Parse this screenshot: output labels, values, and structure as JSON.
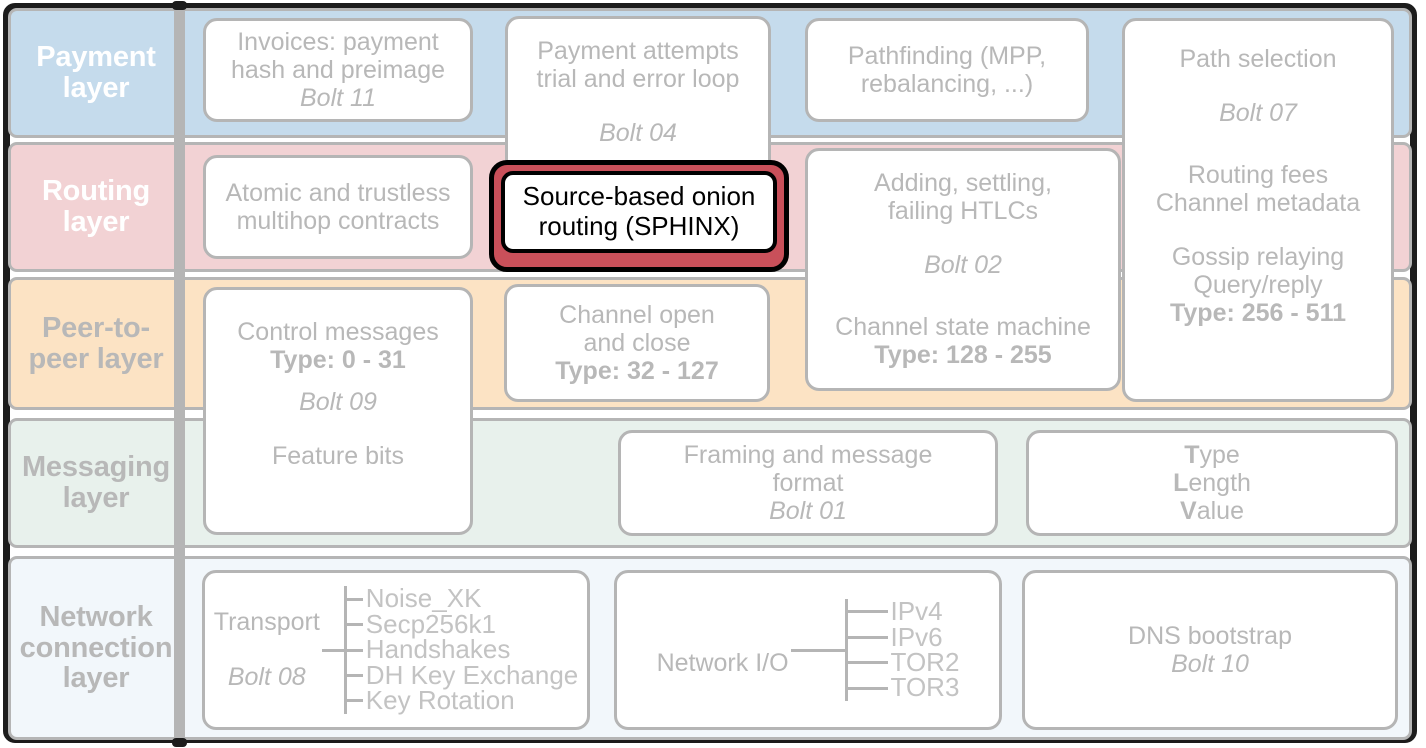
{
  "diagram": {
    "title": "Lightning Network protocol layer stack",
    "colors": {
      "payment_band": "#c5dbec",
      "routing_band": "#f2d2d4",
      "p2p_band": "#fce3c4",
      "messaging_band": "#e8f1ec",
      "network_band": "#f2f7fb",
      "card_border": "#b5b5b5",
      "card_text": "#b8b8b8",
      "highlight_red": "#c9505a",
      "highlight_text": "#000000",
      "frame": "#1c1c1c"
    }
  },
  "layers": [
    {
      "id": "payment",
      "label": "Payment\nlayer"
    },
    {
      "id": "routing",
      "label": "Routing\nlayer"
    },
    {
      "id": "p2p",
      "label": "Peer-to-\npeer layer"
    },
    {
      "id": "messaging",
      "label": "Messaging\nlayer"
    },
    {
      "id": "network",
      "label": "Network\nconnection\nlayer"
    }
  ],
  "cards": {
    "invoices": {
      "line1": "Invoices: payment\nhash and preimage",
      "bolt": "Bolt 11"
    },
    "payment_attempts": {
      "line1": "Payment attempts\ntrial and error loop",
      "bolt": "Bolt 04"
    },
    "pathfinding": {
      "line1": "Pathfinding (MPP,\nrebalancing, ...)"
    },
    "path_selection": {
      "line1": "Path selection",
      "bolt": "Bolt 07",
      "line2": "Routing fees\nChannel metadata",
      "line3": "Gossip relaying\nQuery/reply",
      "type": "Type: 256 - 511"
    },
    "atomic_multihop": {
      "line1": "Atomic and trustless\nmultihop contracts"
    },
    "sphinx_highlight": {
      "label": "Source-based onion\nrouting (SPHINX)"
    },
    "htlcs": {
      "line1": "Adding, settling,\nfailing HTLCs",
      "bolt": "Bolt 02",
      "line2": "Channel state machine",
      "type": "Type: 128 - 255"
    },
    "control_messages": {
      "line1": "Control messages",
      "type": "Type: 0 - 31",
      "bolt": "Bolt 09",
      "line2": "Feature bits"
    },
    "channel_open_close": {
      "line1": "Channel open\nand close",
      "type": "Type: 32 - 127"
    },
    "framing": {
      "line1": "Framing and message\nformat",
      "bolt": "Bolt 01"
    },
    "tlv": {
      "t_bold": "T",
      "t_rest": "ype",
      "l_bold": "L",
      "l_rest": "ength",
      "v_bold": "V",
      "v_rest": "alue"
    },
    "transport": {
      "root": "Transport",
      "root_bolt": "Bolt 08",
      "branches": [
        "Noise_XK",
        "Secp256k1",
        "Handshakes",
        "DH Key Exchange",
        "Key Rotation"
      ]
    },
    "network_io": {
      "root": "Network I/O",
      "branches": [
        "IPv4",
        "IPv6",
        "TOR2",
        "TOR3"
      ]
    },
    "dns": {
      "line1": "DNS bootstrap",
      "bolt": "Bolt 10"
    }
  }
}
